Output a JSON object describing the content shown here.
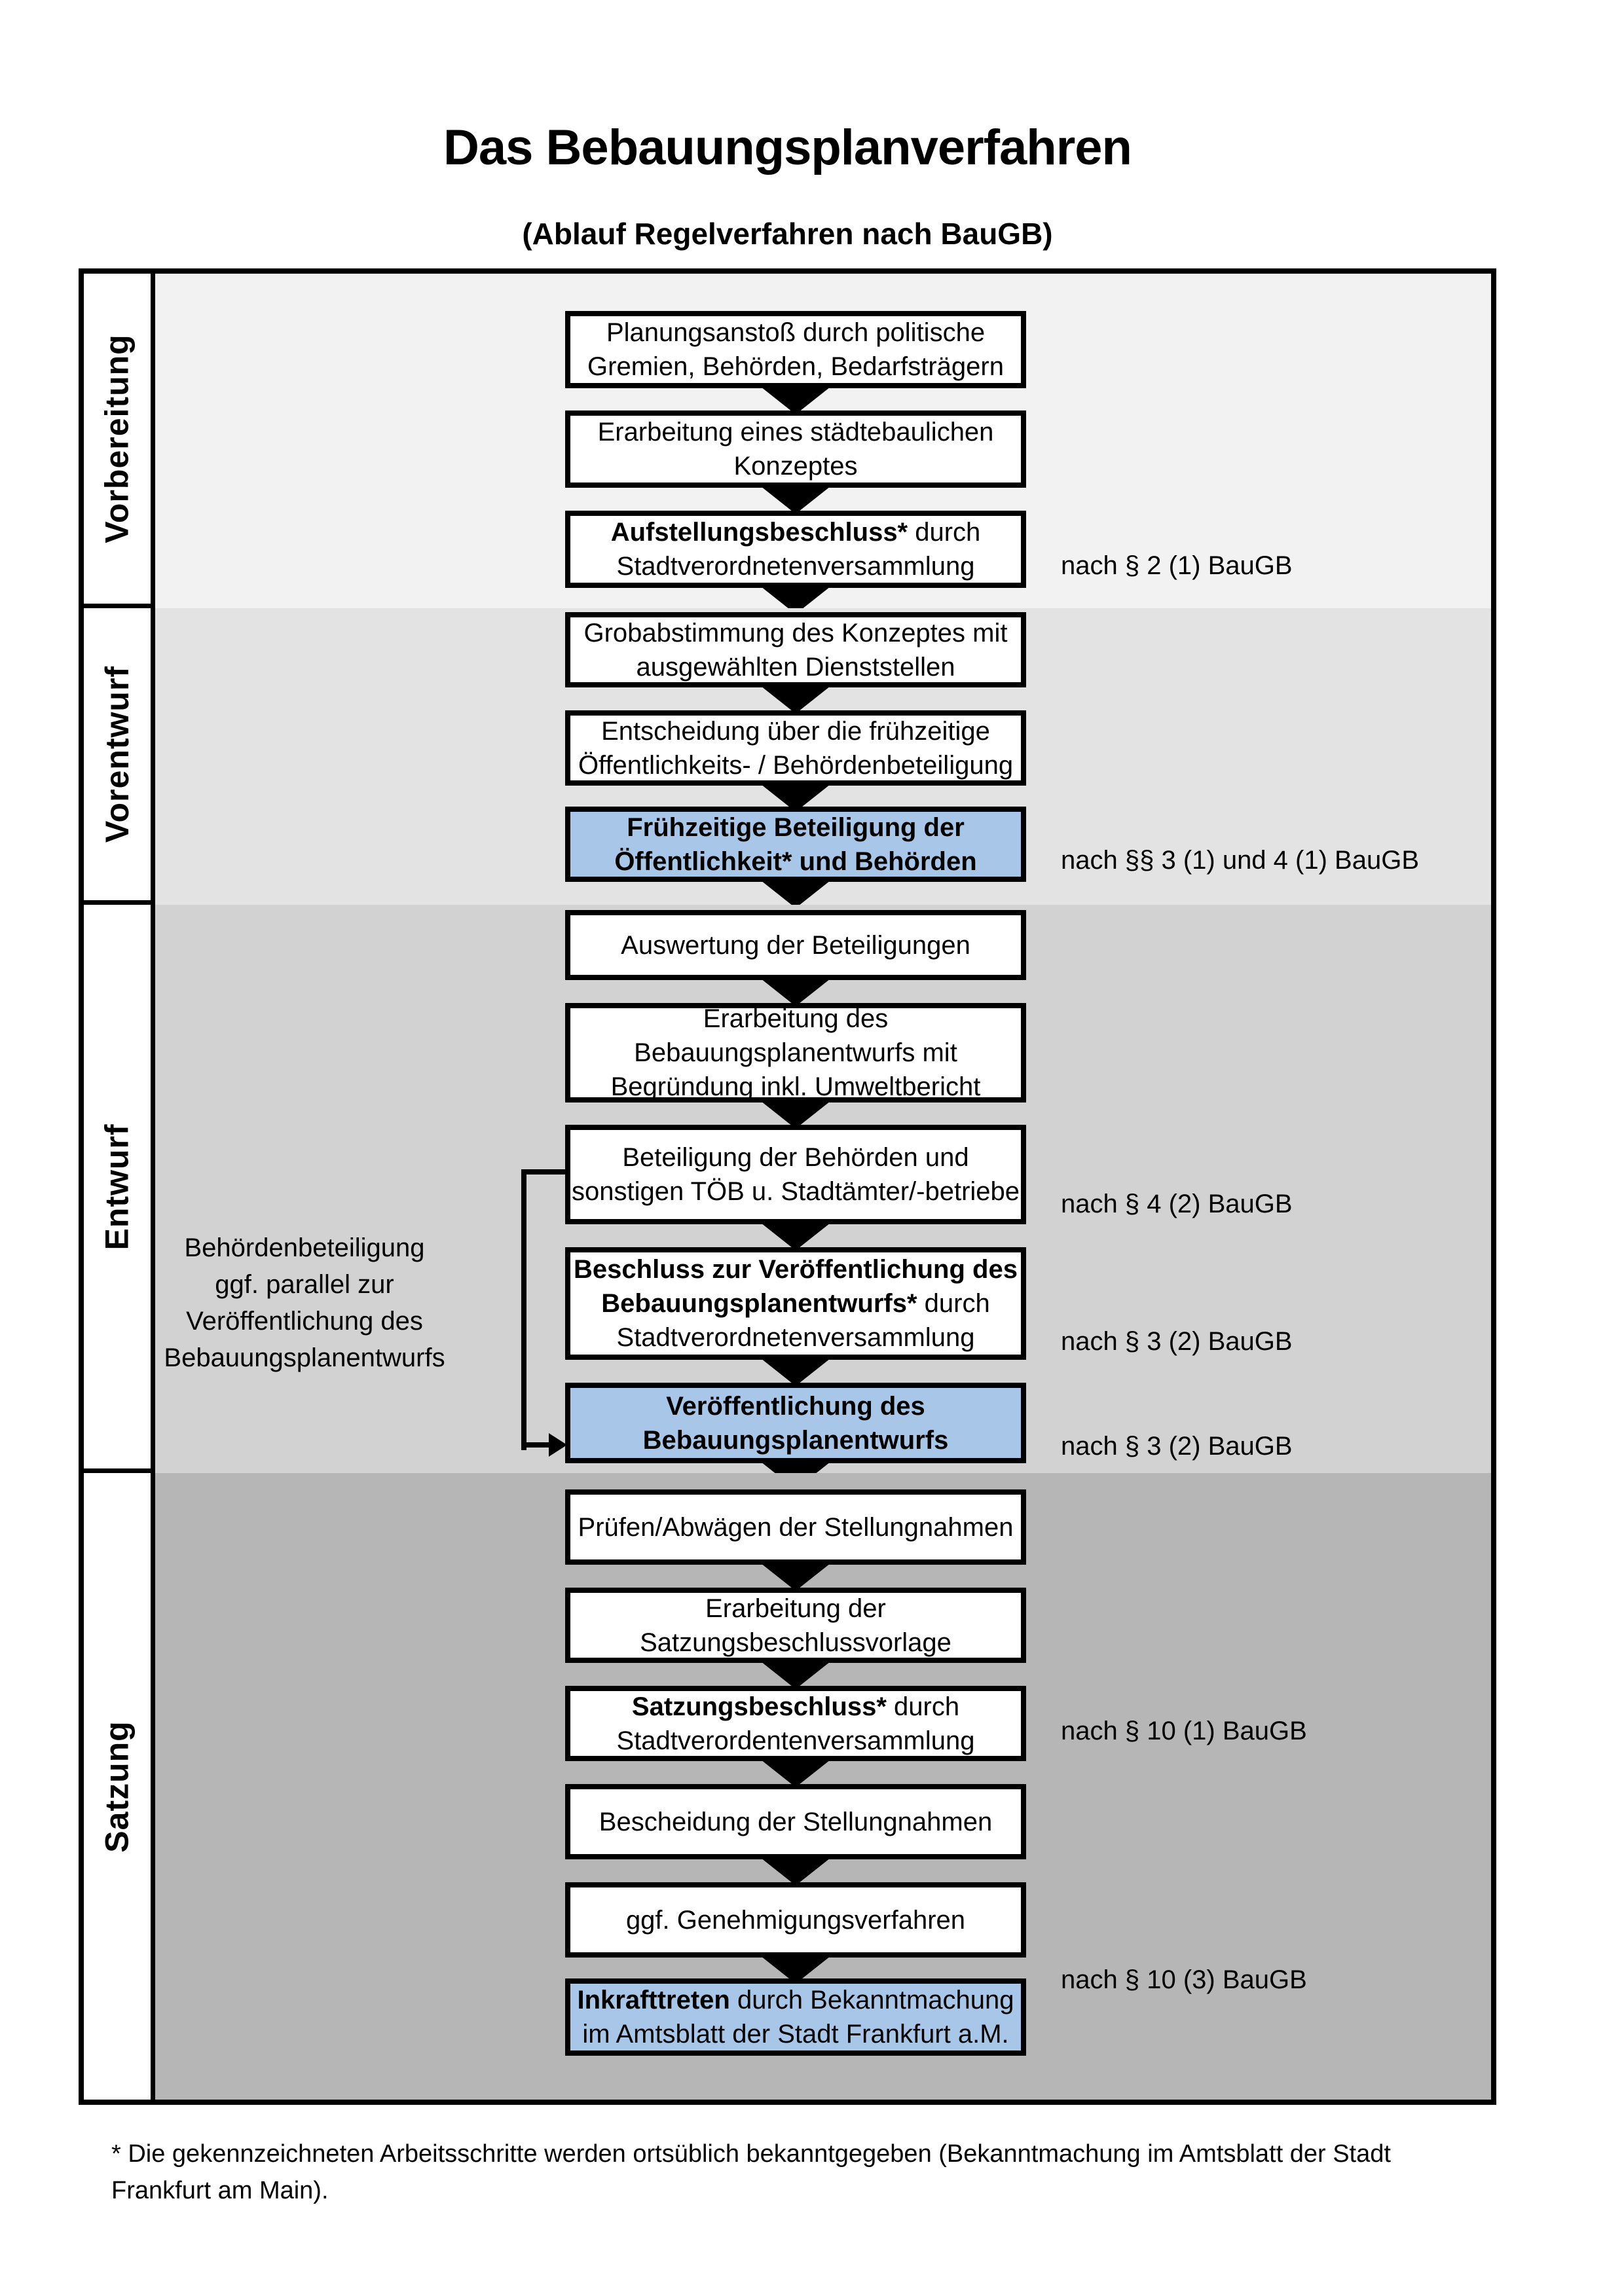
{
  "title": "Das Bebauungsplanverfahren",
  "subtitle": "(Ablauf Regelverfahren nach BauGB)",
  "colors": {
    "highlight_box_bg": "#a8c6e8",
    "box_bg": "#ffffff",
    "line": "#000000",
    "label_column_bg": "#ffffff"
  },
  "sections": [
    {
      "id": "vorbereitung",
      "label": "Vorbereitung",
      "bg": "#f2f2f2",
      "boxes": [
        {
          "id": "planungsanstoss",
          "highlight": false,
          "ref": null,
          "lines": [
            [
              {
                "t": "Planungsanstoß durch politische",
                "b": false
              }
            ],
            [
              {
                "t": "Gremien, Behörden, Bedarfsträgern",
                "b": false
              }
            ]
          ]
        },
        {
          "id": "konzept-erarbeitung",
          "highlight": false,
          "ref": null,
          "lines": [
            [
              {
                "t": "Erarbeitung eines städtebaulichen",
                "b": false
              }
            ],
            [
              {
                "t": "Konzeptes",
                "b": false
              }
            ]
          ]
        },
        {
          "id": "aufstellungsbeschluss",
          "highlight": false,
          "ref": "nach § 2 (1) BauGB",
          "lines": [
            [
              {
                "t": "Aufstellungsbeschluss*",
                "b": true
              },
              {
                "t": " durch",
                "b": false
              }
            ],
            [
              {
                "t": "Stadtverordnetenversammlung",
                "b": false
              }
            ]
          ]
        }
      ]
    },
    {
      "id": "vorentwurf",
      "label": "Vorentwurf",
      "bg": "#e3e3e3",
      "boxes": [
        {
          "id": "grobabstimmung",
          "highlight": false,
          "ref": null,
          "lines": [
            [
              {
                "t": "Grobabstimmung des Konzeptes mit",
                "b": false
              }
            ],
            [
              {
                "t": "ausgewählten Dienststellen",
                "b": false
              }
            ]
          ]
        },
        {
          "id": "entscheidung-beteiligung",
          "highlight": false,
          "ref": null,
          "lines": [
            [
              {
                "t": "Entscheidung über die frühzeitige",
                "b": false
              }
            ],
            [
              {
                "t": "Öffentlichkeits- / Behördenbeteiligung",
                "b": false
              }
            ]
          ]
        },
        {
          "id": "fruehzeitige-beteiligung",
          "highlight": true,
          "ref": "nach §§ 3 (1) und 4 (1) BauGB",
          "lines": [
            [
              {
                "t": "Frühzeitige Beteiligung der",
                "b": true
              }
            ],
            [
              {
                "t": "Öffentlichkeit* und Behörden",
                "b": true
              }
            ]
          ]
        }
      ]
    },
    {
      "id": "entwurf",
      "label": "Entwurf",
      "bg": "#d2d2d2",
      "side_note_lines": [
        "Behördenbeteiligung",
        "ggf. parallel zur",
        "Veröffentlichung des",
        "Bebauungsplanentwurfs"
      ],
      "boxes": [
        {
          "id": "auswertung-beteiligungen",
          "highlight": false,
          "ref": null,
          "lines": [
            [
              {
                "t": "Auswertung der Beteiligungen",
                "b": false
              }
            ]
          ]
        },
        {
          "id": "entwurf-erarbeitung",
          "highlight": false,
          "ref": null,
          "lines": [
            [
              {
                "t": "Erarbeitung des",
                "b": false
              }
            ],
            [
              {
                "t": "Bebauungsplanentwurfs mit",
                "b": false
              }
            ],
            [
              {
                "t": "Begründung inkl. Umweltbericht",
                "b": false
              }
            ]
          ]
        },
        {
          "id": "behoerden-beteiligung",
          "highlight": false,
          "ref": "nach § 4 (2) BauGB",
          "lines": [
            [
              {
                "t": "Beteiligung der Behörden und",
                "b": false
              }
            ],
            [
              {
                "t": "sonstigen TÖB u. Stadtämter/-betriebe",
                "b": false
              }
            ]
          ]
        },
        {
          "id": "veroeffentlichungs-beschluss",
          "highlight": false,
          "ref": "nach § 3 (2) BauGB",
          "lines": [
            [
              {
                "t": "Beschluss zur Veröffentlichung des",
                "b": true
              }
            ],
            [
              {
                "t": "Bebauungsplanentwurfs*",
                "b": true
              },
              {
                "t": " durch",
                "b": false
              }
            ],
            [
              {
                "t": "Stadtverordnetenversammlung",
                "b": false
              }
            ]
          ]
        },
        {
          "id": "veroeffentlichung-entwurf",
          "highlight": true,
          "ref": "nach § 3 (2) BauGB",
          "lines": [
            [
              {
                "t": "Veröffentlichung des",
                "b": true
              }
            ],
            [
              {
                "t": "Bebauungsplanentwurfs",
                "b": true
              }
            ]
          ]
        }
      ]
    },
    {
      "id": "satzung",
      "label": "Satzung",
      "bg": "#b6b6b6",
      "boxes": [
        {
          "id": "pruefen-abwaegen",
          "highlight": false,
          "ref": null,
          "lines": [
            [
              {
                "t": "Prüfen/Abwägen der Stellungnahmen",
                "b": false
              }
            ]
          ]
        },
        {
          "id": "satzungsvorlage",
          "highlight": false,
          "ref": null,
          "lines": [
            [
              {
                "t": "Erarbeitung der",
                "b": false
              }
            ],
            [
              {
                "t": "Satzungsbeschlussvorlage",
                "b": false
              }
            ]
          ]
        },
        {
          "id": "satzungsbeschluss",
          "highlight": false,
          "ref": "nach § 10 (1) BauGB",
          "lines": [
            [
              {
                "t": "Satzungsbeschluss*",
                "b": true
              },
              {
                "t": " durch",
                "b": false
              }
            ],
            [
              {
                "t": "Stadtverordentenversammlung",
                "b": false
              }
            ]
          ]
        },
        {
          "id": "bescheidung",
          "highlight": false,
          "ref": null,
          "lines": [
            [
              {
                "t": "Bescheidung der Stellungnahmen",
                "b": false
              }
            ]
          ]
        },
        {
          "id": "genehmigungsverfahren",
          "highlight": false,
          "ref": null,
          "lines": [
            [
              {
                "t": "ggf. Genehmigungsverfahren",
                "b": false
              }
            ]
          ]
        },
        {
          "id": "inkrafttreten",
          "highlight": true,
          "ref": "nach § 10 (3) BauGB",
          "lines": [
            [
              {
                "t": "Inkrafttreten",
                "b": true
              },
              {
                "t": " durch Bekanntmachung",
                "b": false
              }
            ],
            [
              {
                "t": "im Amtsblatt der Stadt Frankfurt a.M.",
                "b": false
              }
            ]
          ]
        }
      ]
    }
  ],
  "footnote": {
    "lines": [
      "* Die gekennzeichneten Arbeitsschritte werden ortsüblich bekanntgegeben (Bekanntmachung im Amtsblatt  der Stadt",
      "Frankfurt am Main)."
    ]
  }
}
